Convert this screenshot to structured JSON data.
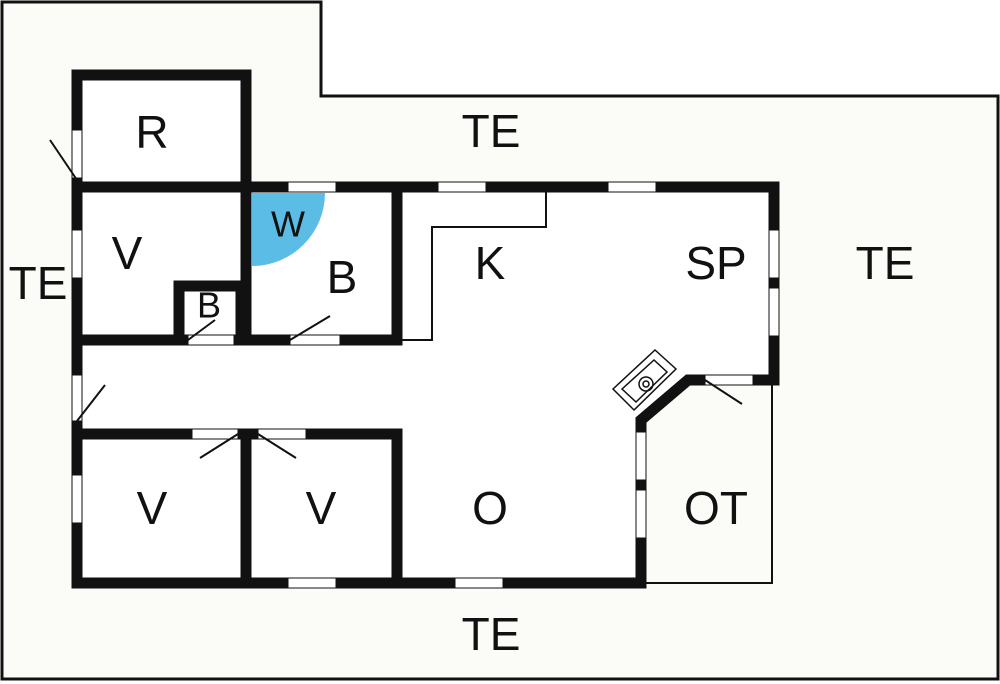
{
  "colors": {
    "background": "#ffffff",
    "terrace_fill": "#fbfcf7",
    "outline": "#111111",
    "wall": "#111111",
    "window": "#ffffff",
    "whirlpool": "#5bbde6"
  },
  "labels": {
    "terrace_top": "TE",
    "terrace_left": "TE",
    "terrace_right": "TE",
    "terrace_bottom": "TE",
    "storage": "R",
    "bedroom_upper_left": "V",
    "whirlpool": "W",
    "bathroom_large": "B",
    "bathroom_small": "B",
    "kitchen": "K",
    "dining": "SP",
    "living": "O",
    "bedroom_lower_left": "V",
    "bedroom_lower_middle": "V",
    "covered_terrace": "OT"
  }
}
